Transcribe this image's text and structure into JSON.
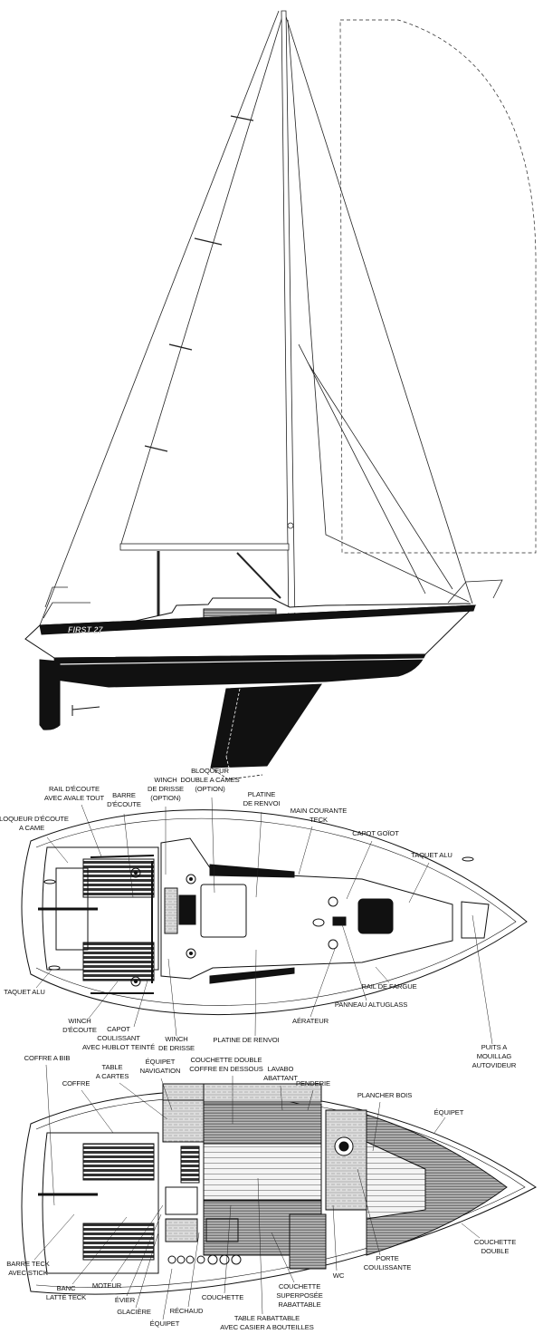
{
  "profile": {
    "hull_logo": "FIRST 27"
  },
  "deck_plan": {
    "labels": [
      {
        "id": "bloqueur-ecoute",
        "text": "BLOQUEUR D'ÉCOUTE\nA CAME"
      },
      {
        "id": "rail-ecoute",
        "text": "RAIL D'ÉCOUTE\nAVEC AVALE TOUT"
      },
      {
        "id": "barre-ecoute",
        "text": "BARRE\nD'ÉCOUTE"
      },
      {
        "id": "winch-drisse-option",
        "text": "WINCH\nDE DRISSE\n(OPTION)"
      },
      {
        "id": "bloqueur-double",
        "text": "BLOQUEUR\nDOUBLE A CAMES\n(OPTION)"
      },
      {
        "id": "platine-renvoi-top",
        "text": "PLATINE\nDE RENVOI"
      },
      {
        "id": "main-courante",
        "text": "MAIN COURANTE\nTECK"
      },
      {
        "id": "capot-goiot",
        "text": "CAPOT GOÏOT"
      },
      {
        "id": "taquet-alu-bow",
        "text": "TAQUET ALU"
      },
      {
        "id": "taquet-alu-stern",
        "text": "TAQUET ALU"
      },
      {
        "id": "winch-ecoute",
        "text": "WINCH\nD'ÉCOUTE"
      },
      {
        "id": "capot-coulissant",
        "text": "CAPOT\nCOULISSANT\nAVEC HUBLOT TEINTÉ"
      },
      {
        "id": "winch-drisse",
        "text": "WINCH\nDE DRISSE"
      },
      {
        "id": "platine-renvoi-bottom",
        "text": "PLATINE DE RENVOI"
      },
      {
        "id": "aerateur",
        "text": "AÉRATEUR"
      },
      {
        "id": "panneau-altuglass",
        "text": "PANNEAU ALTUGLASS"
      },
      {
        "id": "rail-fargue",
        "text": "RAIL DE FARGUE"
      },
      {
        "id": "puits-mouillage",
        "text": "PUITS A MOUILLAG\nAUTOVIDEUR"
      }
    ]
  },
  "interior_plan": {
    "labels": [
      {
        "id": "coffre-bib",
        "text": "COFFRE A BIB"
      },
      {
        "id": "coffre",
        "text": "COFFRE"
      },
      {
        "id": "table-cartes",
        "text": "TABLE\nA CARTES"
      },
      {
        "id": "equipet-navigation",
        "text": "ÉQUIPET\nNAVIGATION"
      },
      {
        "id": "couchette-double-coffre",
        "text": "COUCHETTE DOUBLE\nCOFFRE EN DESSOUS"
      },
      {
        "id": "lavabo",
        "text": "LAVABO\nABATTANT"
      },
      {
        "id": "penderie",
        "text": "PENDERIE"
      },
      {
        "id": "plancher-bois",
        "text": "PLANCHER BOIS"
      },
      {
        "id": "equipet-fwd",
        "text": "ÉQUIPET"
      },
      {
        "id": "couchette-double-fwd",
        "text": "COUCHETTE DOUBLE"
      },
      {
        "id": "porte-coulissante",
        "text": "PORTE\nCOULISSANTE"
      },
      {
        "id": "wc",
        "text": "WC"
      },
      {
        "id": "couchette-superposee",
        "text": "COUCHETTE\nSUPERPOSÉE\nRABATTABLE"
      },
      {
        "id": "table-rabattable",
        "text": "TABLE RABATTABLE\nAVEC CASIER A BOUTEILLES"
      },
      {
        "id": "couchette",
        "text": "COUCHETTE"
      },
      {
        "id": "rechaud",
        "text": "RÉCHAUD"
      },
      {
        "id": "equipet-galley",
        "text": "ÉQUIPET"
      },
      {
        "id": "glaciere",
        "text": "GLACIÈRE"
      },
      {
        "id": "evier",
        "text": "ÉVIER"
      },
      {
        "id": "moteur",
        "text": "MOTEUR"
      },
      {
        "id": "banc",
        "text": "BANC\nLATTÉ TECK"
      },
      {
        "id": "barre-teck",
        "text": "BARRE TECK\nAVEC STICK"
      }
    ]
  }
}
